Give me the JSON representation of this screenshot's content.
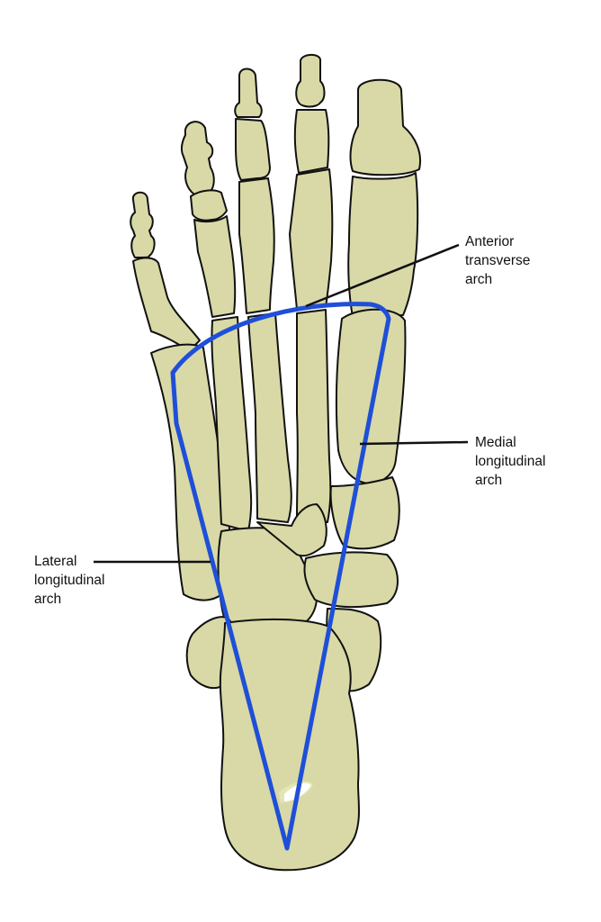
{
  "figure": {
    "subject": "Arches of the foot (plantar view, right foot skeleton)",
    "colors": {
      "background": "#ffffff",
      "bone_fill": "#d8d9a6",
      "bone_shade": "#b7b37e",
      "bone_outline": "#111111",
      "arch_line": "#1f4fd8",
      "leader_line": "#111111",
      "label_text": "#111111"
    }
  },
  "labels": {
    "anterior": {
      "lines": [
        "Anterior",
        "transverse",
        "arch"
      ]
    },
    "medial": {
      "lines": [
        "Medial",
        "longitudinal",
        "arch"
      ]
    },
    "lateral": {
      "lines": [
        "Lateral",
        "longitudinal",
        "arch"
      ]
    }
  },
  "arch_outline": {
    "description": "Blue triangle-like outline: curved top (anterior transverse arch) from lateral ~(190,410) to medial ~(432,352), straight sides converging at heel ~(319,942)"
  }
}
